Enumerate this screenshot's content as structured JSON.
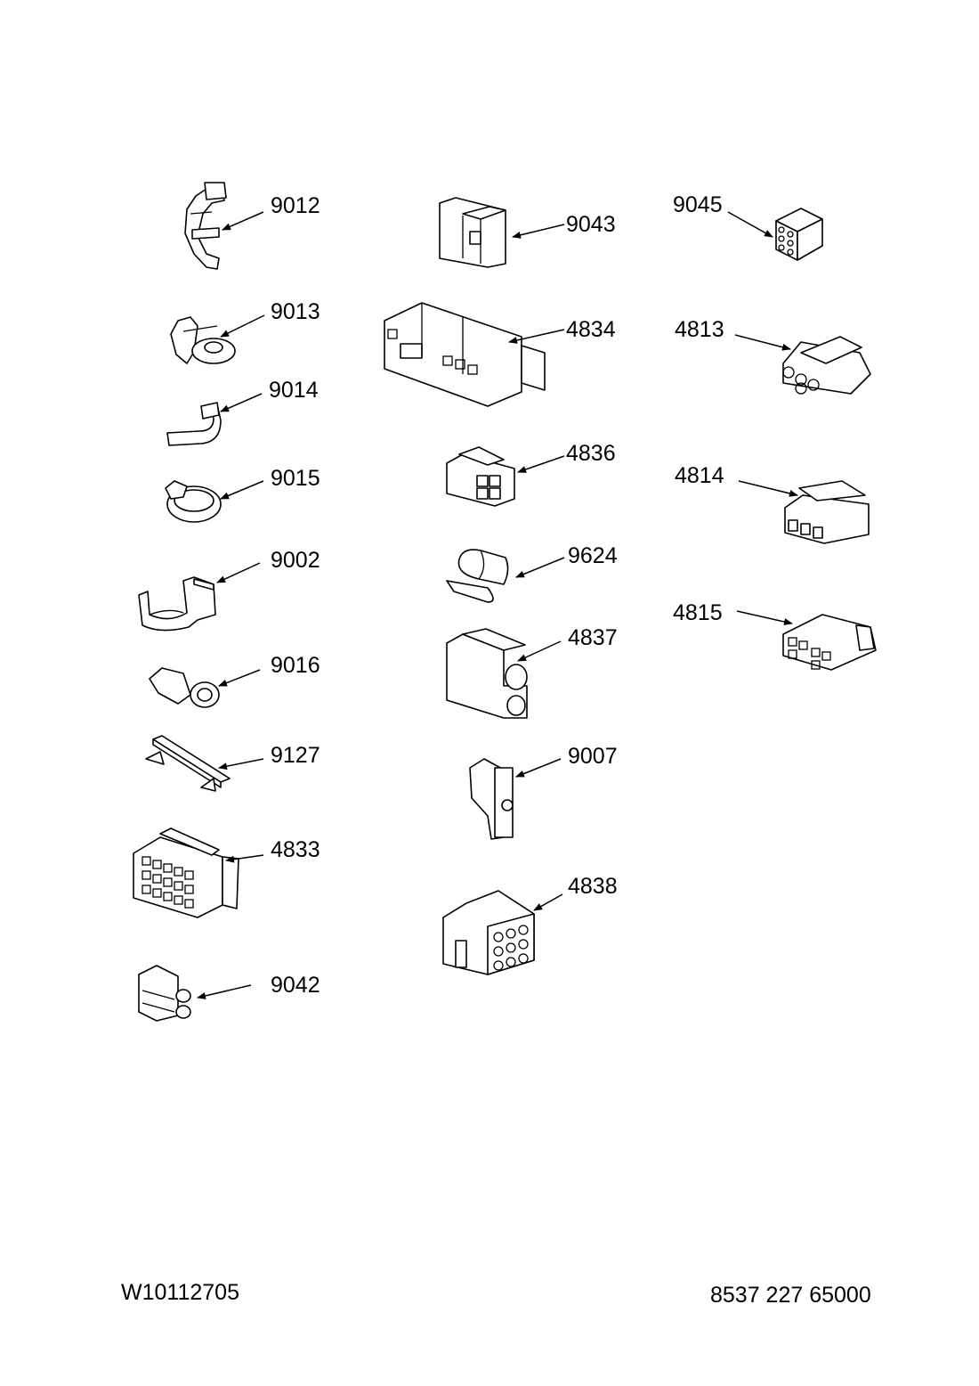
{
  "parts": [
    {
      "id": "9012",
      "label": "9012"
    },
    {
      "id": "9013",
      "label": "9013"
    },
    {
      "id": "9014",
      "label": "9014"
    },
    {
      "id": "9015",
      "label": "9015"
    },
    {
      "id": "9002",
      "label": "9002"
    },
    {
      "id": "9016",
      "label": "9016"
    },
    {
      "id": "9127",
      "label": "9127"
    },
    {
      "id": "4833",
      "label": "4833"
    },
    {
      "id": "9042",
      "label": "9042"
    },
    {
      "id": "9043",
      "label": "9043"
    },
    {
      "id": "4834",
      "label": "4834"
    },
    {
      "id": "4836",
      "label": "4836"
    },
    {
      "id": "9624",
      "label": "9624"
    },
    {
      "id": "4837",
      "label": "4837"
    },
    {
      "id": "9007",
      "label": "9007"
    },
    {
      "id": "4838",
      "label": "4838"
    },
    {
      "id": "9045",
      "label": "9045"
    },
    {
      "id": "4813",
      "label": "4813"
    },
    {
      "id": "4814",
      "label": "4814"
    },
    {
      "id": "4815",
      "label": "4815"
    }
  ],
  "footer": {
    "left_code": "W10112705",
    "right_code": "8537 227 65000"
  }
}
